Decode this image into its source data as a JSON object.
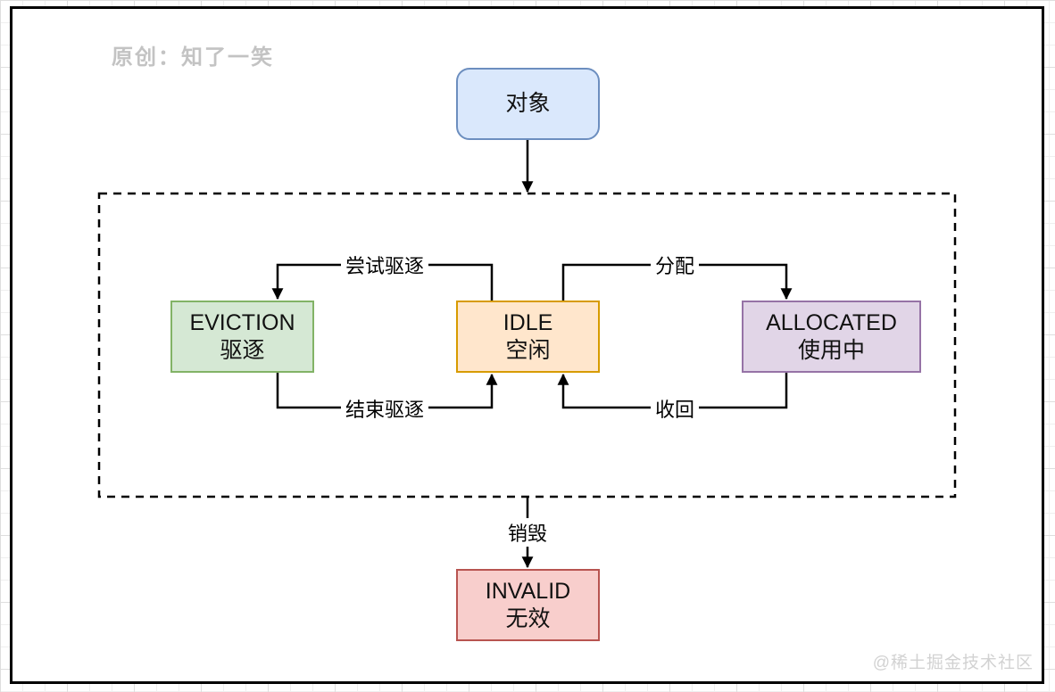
{
  "watermarks": {
    "author": "原创：知了一笑",
    "community": "@稀土掘金技术社区"
  },
  "nodes": {
    "object": {
      "title": "对象",
      "fill": "#dae8fc",
      "stroke": "#6c8ebf"
    },
    "eviction": {
      "title": "EVICTION",
      "subtitle": "驱逐",
      "fill": "#d5e8d4",
      "stroke": "#82b366"
    },
    "idle": {
      "title": "IDLE",
      "subtitle": "空闲",
      "fill": "#ffe6cc",
      "stroke": "#d79b00"
    },
    "allocated": {
      "title": "ALLOCATED",
      "subtitle": "使用中",
      "fill": "#e1d5e7",
      "stroke": "#9673a6"
    },
    "invalid": {
      "title": "INVALID",
      "subtitle": "无效",
      "fill": "#f8cecc",
      "stroke": "#b85450"
    }
  },
  "edges": {
    "create": {
      "label": "",
      "from": "object",
      "to": "pool"
    },
    "try_evict": {
      "label": "尝试驱逐",
      "from": "idle",
      "to": "eviction"
    },
    "allocate": {
      "label": "分配",
      "from": "idle",
      "to": "allocated"
    },
    "end_evict": {
      "label": "结束驱逐",
      "from": "eviction",
      "to": "idle"
    },
    "reclaim": {
      "label": "收回",
      "from": "allocated",
      "to": "idle"
    },
    "destroy": {
      "label": "销毁",
      "from": "pool",
      "to": "invalid"
    }
  }
}
